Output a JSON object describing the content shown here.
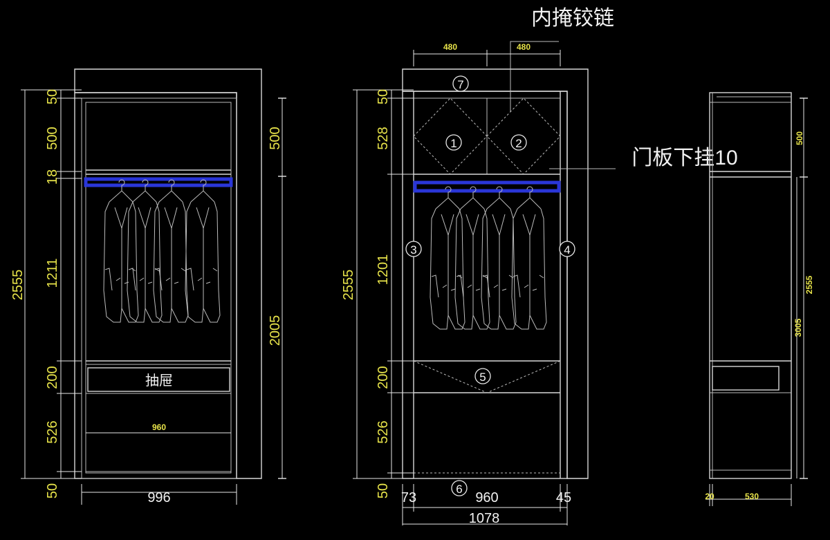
{
  "annotations": {
    "hinge_note": "内掩铰链",
    "door_note": "门板下挂10",
    "drawer_label": "抽屉"
  },
  "left_view": {
    "left_dims": [
      "50",
      "500",
      "18",
      "1211",
      "200",
      "526",
      "50"
    ],
    "overall_height": "2555",
    "right_dims": [
      "500",
      "2005"
    ],
    "inner_width": "960",
    "bottom_width": "996"
  },
  "middle_view": {
    "top_dims": [
      "480",
      "480"
    ],
    "left_dims": [
      "50",
      "528",
      "1201",
      "200",
      "526",
      "50"
    ],
    "overall_height": "2555",
    "bottom_dims": [
      "73",
      "960",
      "45"
    ],
    "overall_width": "1078",
    "part_numbers": [
      "1",
      "2",
      "3",
      "4",
      "5",
      "6",
      "7"
    ]
  },
  "right_view": {
    "right_dims": [
      "500",
      "2555",
      "3005"
    ],
    "bottom_dims": [
      "20",
      "530"
    ]
  },
  "colors": {
    "background": "#000000",
    "lines": "#d8d8d8",
    "dimension_text": "#e8e44a",
    "rod": "#2a36d8"
  }
}
